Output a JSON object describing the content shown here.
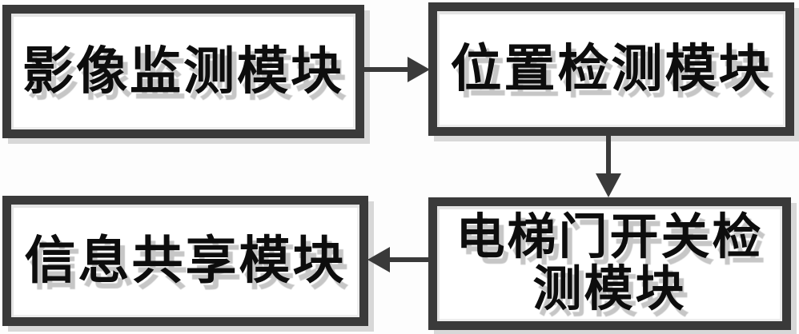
{
  "diagram": {
    "title": "elevator-monitoring-module-block-diagram",
    "boxes": [
      {
        "id": "image-monitoring",
        "label": "影像监测模块"
      },
      {
        "id": "position-detection",
        "label": "位置检测模块"
      },
      {
        "id": "elevator-door-switch-detect",
        "label": "电梯门开关检测模块",
        "lines": [
          "电梯门开关检",
          "测模块"
        ]
      },
      {
        "id": "information-sharing",
        "label": "信息共享模块"
      }
    ],
    "connections": [
      {
        "from": "影像监测模块",
        "to": "位置检测模块",
        "direction": "right"
      },
      {
        "from": "位置检测模块",
        "to": "电梯门开关检测模块",
        "direction": "down"
      },
      {
        "from": "电梯门开关检测模块",
        "to": "信息共享模块",
        "direction": "left"
      }
    ],
    "colors": {
      "border": "#3a3a3a",
      "text": "#0d0d0d",
      "text_shadow": "#c6c6c6",
      "box_shadow": "#d8d8d8",
      "background": "#fdfdfd"
    }
  }
}
